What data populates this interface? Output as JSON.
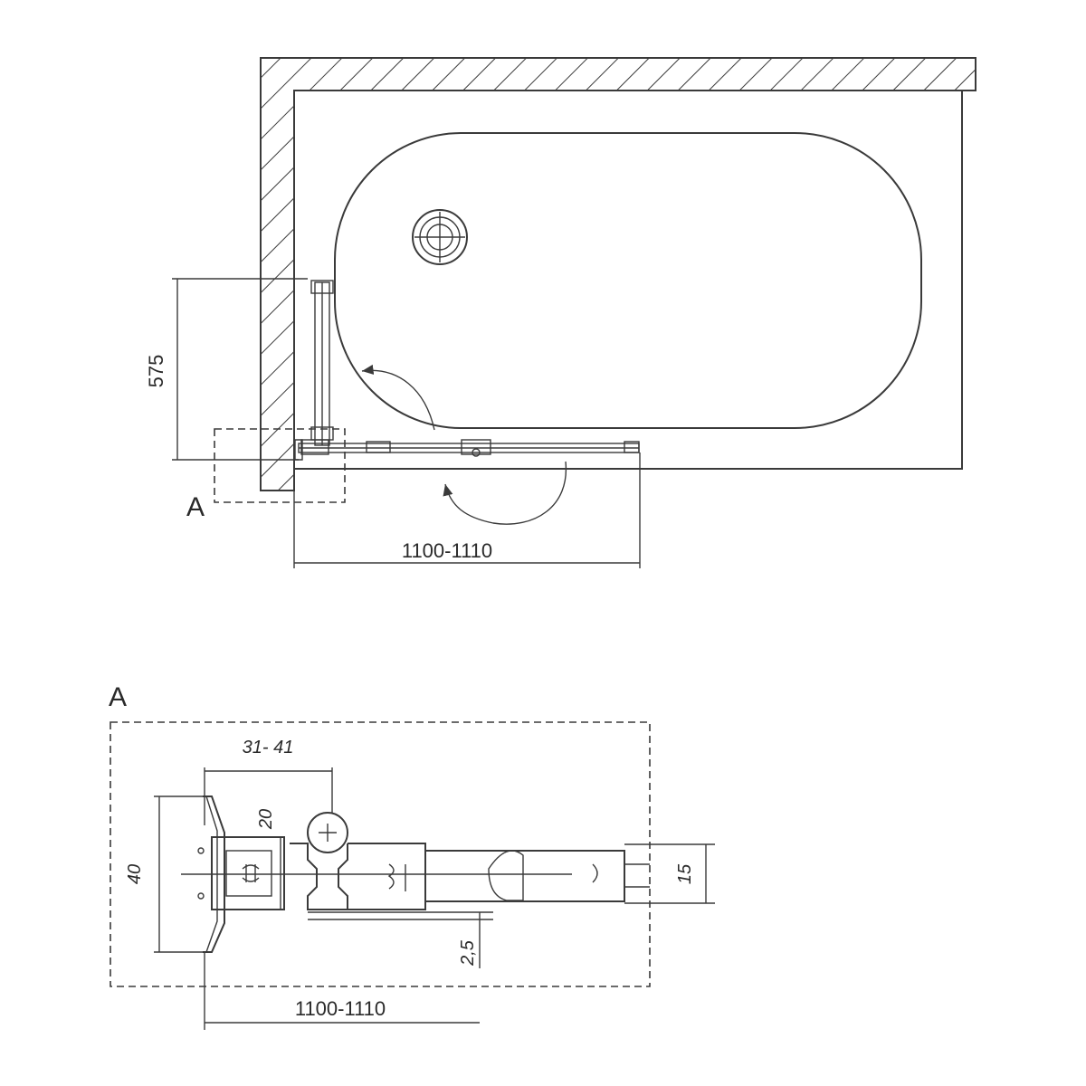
{
  "plan": {
    "height_dim": "575",
    "width_dim": "1100-1110",
    "detail_marker": "A"
  },
  "detail": {
    "title": "A",
    "dim_top": "31- 41",
    "dim_20": "20",
    "dim_40": "40",
    "dim_15": "15",
    "dim_25": "2,5",
    "dim_bottom": "1100-1110"
  }
}
